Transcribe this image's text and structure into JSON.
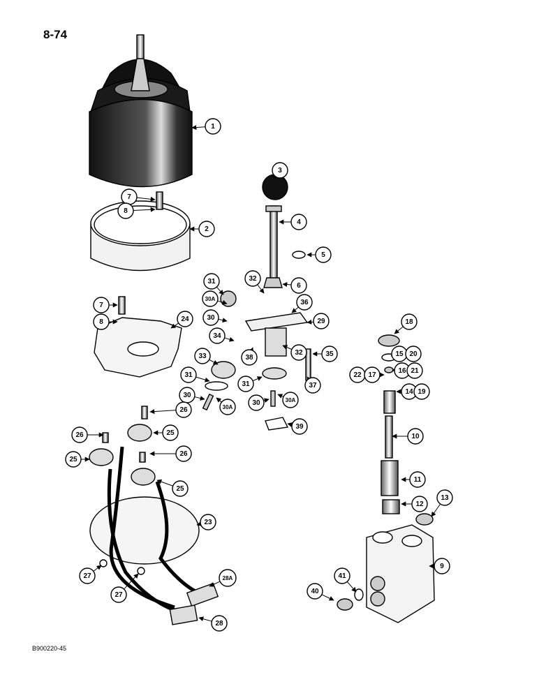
{
  "page_number": "8-74",
  "drawing_code": "B900220-45",
  "callouts": [
    "1",
    "2",
    "3",
    "4",
    "5",
    "6",
    "7",
    "8",
    "7",
    "8",
    "24",
    "31",
    "30A",
    "30",
    "32",
    "36",
    "29",
    "34",
    "38",
    "32",
    "35",
    "33",
    "31",
    "30",
    "30A",
    "31",
    "30",
    "30A",
    "37",
    "39",
    "18",
    "15",
    "20",
    "16",
    "21",
    "22",
    "17",
    "14",
    "19",
    "10",
    "11",
    "12",
    "13",
    "9",
    "26",
    "26",
    "25",
    "25",
    "26",
    "25",
    "23",
    "28A",
    "27",
    "27",
    "28",
    "40",
    "41"
  ]
}
